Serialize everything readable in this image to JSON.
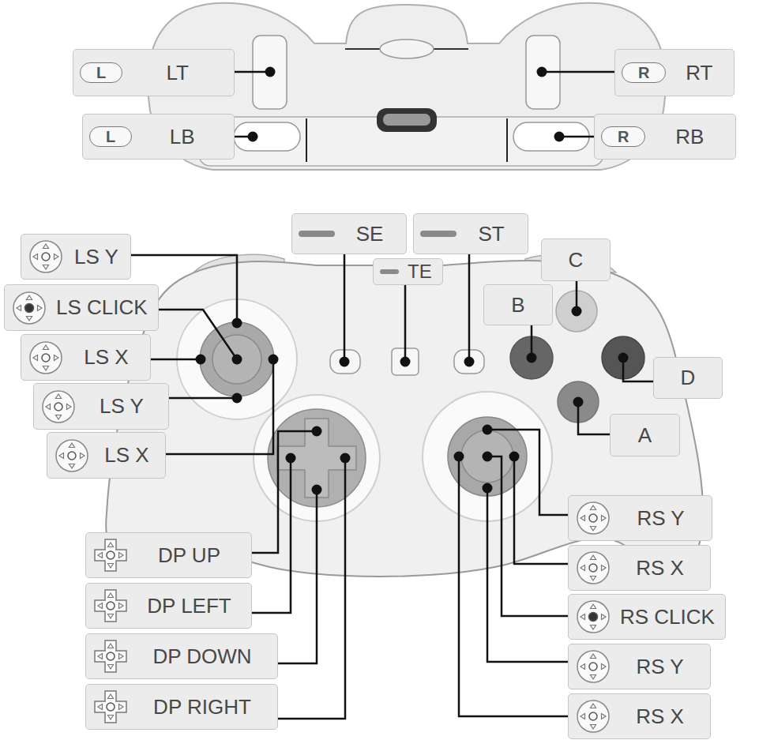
{
  "diagram": {
    "nodes": [
      {
        "text": [
          "L",
          "LT"
        ]
      },
      {
        "text": [
          "R",
          "RT"
        ]
      },
      {
        "text": [
          "L",
          "LB"
        ]
      },
      {
        "text": [
          "R",
          "RB"
        ]
      },
      {
        "text": [
          "LS Y"
        ]
      },
      {
        "text": [
          "LS CLICK"
        ]
      },
      {
        "text": [
          "LS X"
        ]
      },
      {
        "text": [
          "LS Y"
        ]
      },
      {
        "text": [
          "LS X"
        ]
      },
      {
        "text": [
          "SE"
        ]
      },
      {
        "text": [
          "TE"
        ]
      },
      {
        "text": [
          "ST"
        ]
      },
      {
        "text": [
          "C"
        ]
      },
      {
        "text": [
          "B"
        ]
      },
      {
        "text": [
          "D"
        ]
      },
      {
        "text": [
          "A"
        ]
      },
      {
        "text": [
          "DP UP"
        ]
      },
      {
        "text": [
          "DP LEFT"
        ]
      },
      {
        "text": [
          "DP DOWN"
        ]
      },
      {
        "text": [
          "DP RIGHT"
        ]
      },
      {
        "text": [
          "RS Y"
        ]
      },
      {
        "text": [
          "RS X"
        ]
      },
      {
        "text": [
          "RS CLICK"
        ]
      },
      {
        "text": [
          "RS Y"
        ]
      },
      {
        "text": [
          "RS X"
        ]
      }
    ]
  }
}
